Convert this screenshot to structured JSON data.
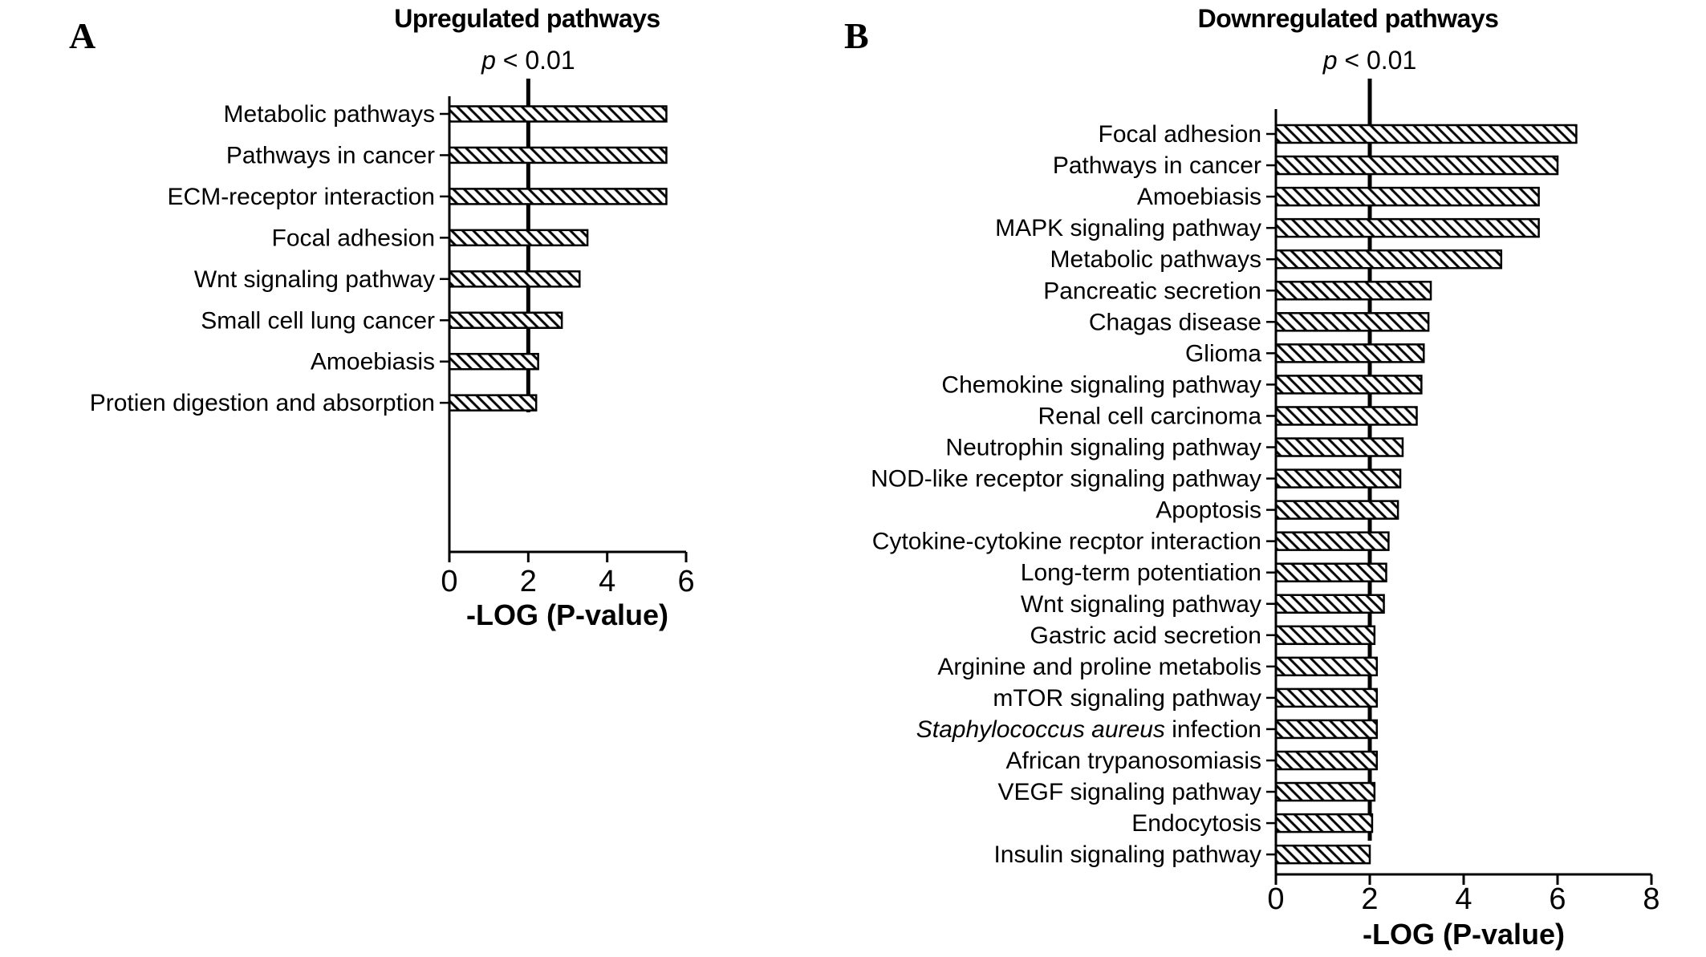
{
  "colors": {
    "background": "#ffffff",
    "ink": "#000000",
    "bar_fill": "#ffffff",
    "bar_hatch": "diagonal-down-stripes"
  },
  "chart_data": [
    {
      "type": "bar",
      "orientation": "horizontal",
      "panel_label": "A",
      "title": "Upregulated pathways",
      "annotation": "p < 0.01",
      "annotation_italic_prefix": "p",
      "annotation_rest": " < 0.01",
      "threshold_x": 2,
      "xlabel": "-LOG (P-value)",
      "xlim": [
        0,
        6
      ],
      "xticks": [
        0,
        2,
        4,
        6
      ],
      "grid": false,
      "legend": "none",
      "categories": [
        "Metabolic pathways",
        "Pathways in cancer",
        "ECM-receptor interaction",
        "Focal adhesion",
        "Wnt signaling pathway",
        "Small cell lung cancer",
        "Amoebiasis",
        "Protien digestion and absorption"
      ],
      "values": [
        5.5,
        5.5,
        5.5,
        3.5,
        3.3,
        2.85,
        2.25,
        2.2
      ],
      "italic_segments": []
    },
    {
      "type": "bar",
      "orientation": "horizontal",
      "panel_label": "B",
      "title": "Downregulated pathways",
      "annotation": "p < 0.01",
      "annotation_italic_prefix": "p",
      "annotation_rest": " < 0.01",
      "threshold_x": 2,
      "xlabel": "-LOG (P-value)",
      "xlim": [
        0,
        8
      ],
      "xticks": [
        0,
        2,
        4,
        6,
        8
      ],
      "grid": false,
      "legend": "none",
      "categories": [
        "Focal adhesion",
        "Pathways in cancer",
        "Amoebiasis",
        "MAPK signaling pathway",
        "Metabolic pathways",
        "Pancreatic secretion",
        "Chagas disease",
        "Glioma",
        "Chemokine signaling pathway",
        "Renal cell carcinoma",
        "Neutrophin signaling pathway",
        "NOD-like receptor signaling pathway",
        "Apoptosis",
        "Cytokine-cytokine recptor interaction",
        "Long-term potentiation",
        "Wnt signaling pathway",
        "Gastric acid secretion",
        "Arginine and proline metabolis",
        "mTOR signaling pathway",
        "Staphylococcus aureus infection",
        "African trypanosomiasis",
        "VEGF signaling pathway",
        "Endocytosis",
        "Insulin signaling pathway"
      ],
      "values": [
        6.4,
        6.0,
        5.6,
        5.6,
        4.8,
        3.3,
        3.25,
        3.15,
        3.1,
        3.0,
        2.7,
        2.65,
        2.6,
        2.4,
        2.35,
        2.3,
        2.1,
        2.15,
        2.15,
        2.15,
        2.15,
        2.1,
        2.05,
        2.0
      ],
      "italic_segments": [
        {
          "category_index": 19,
          "italic_text": "Staphylococcus aureus",
          "rest_text": " infection"
        }
      ]
    }
  ]
}
